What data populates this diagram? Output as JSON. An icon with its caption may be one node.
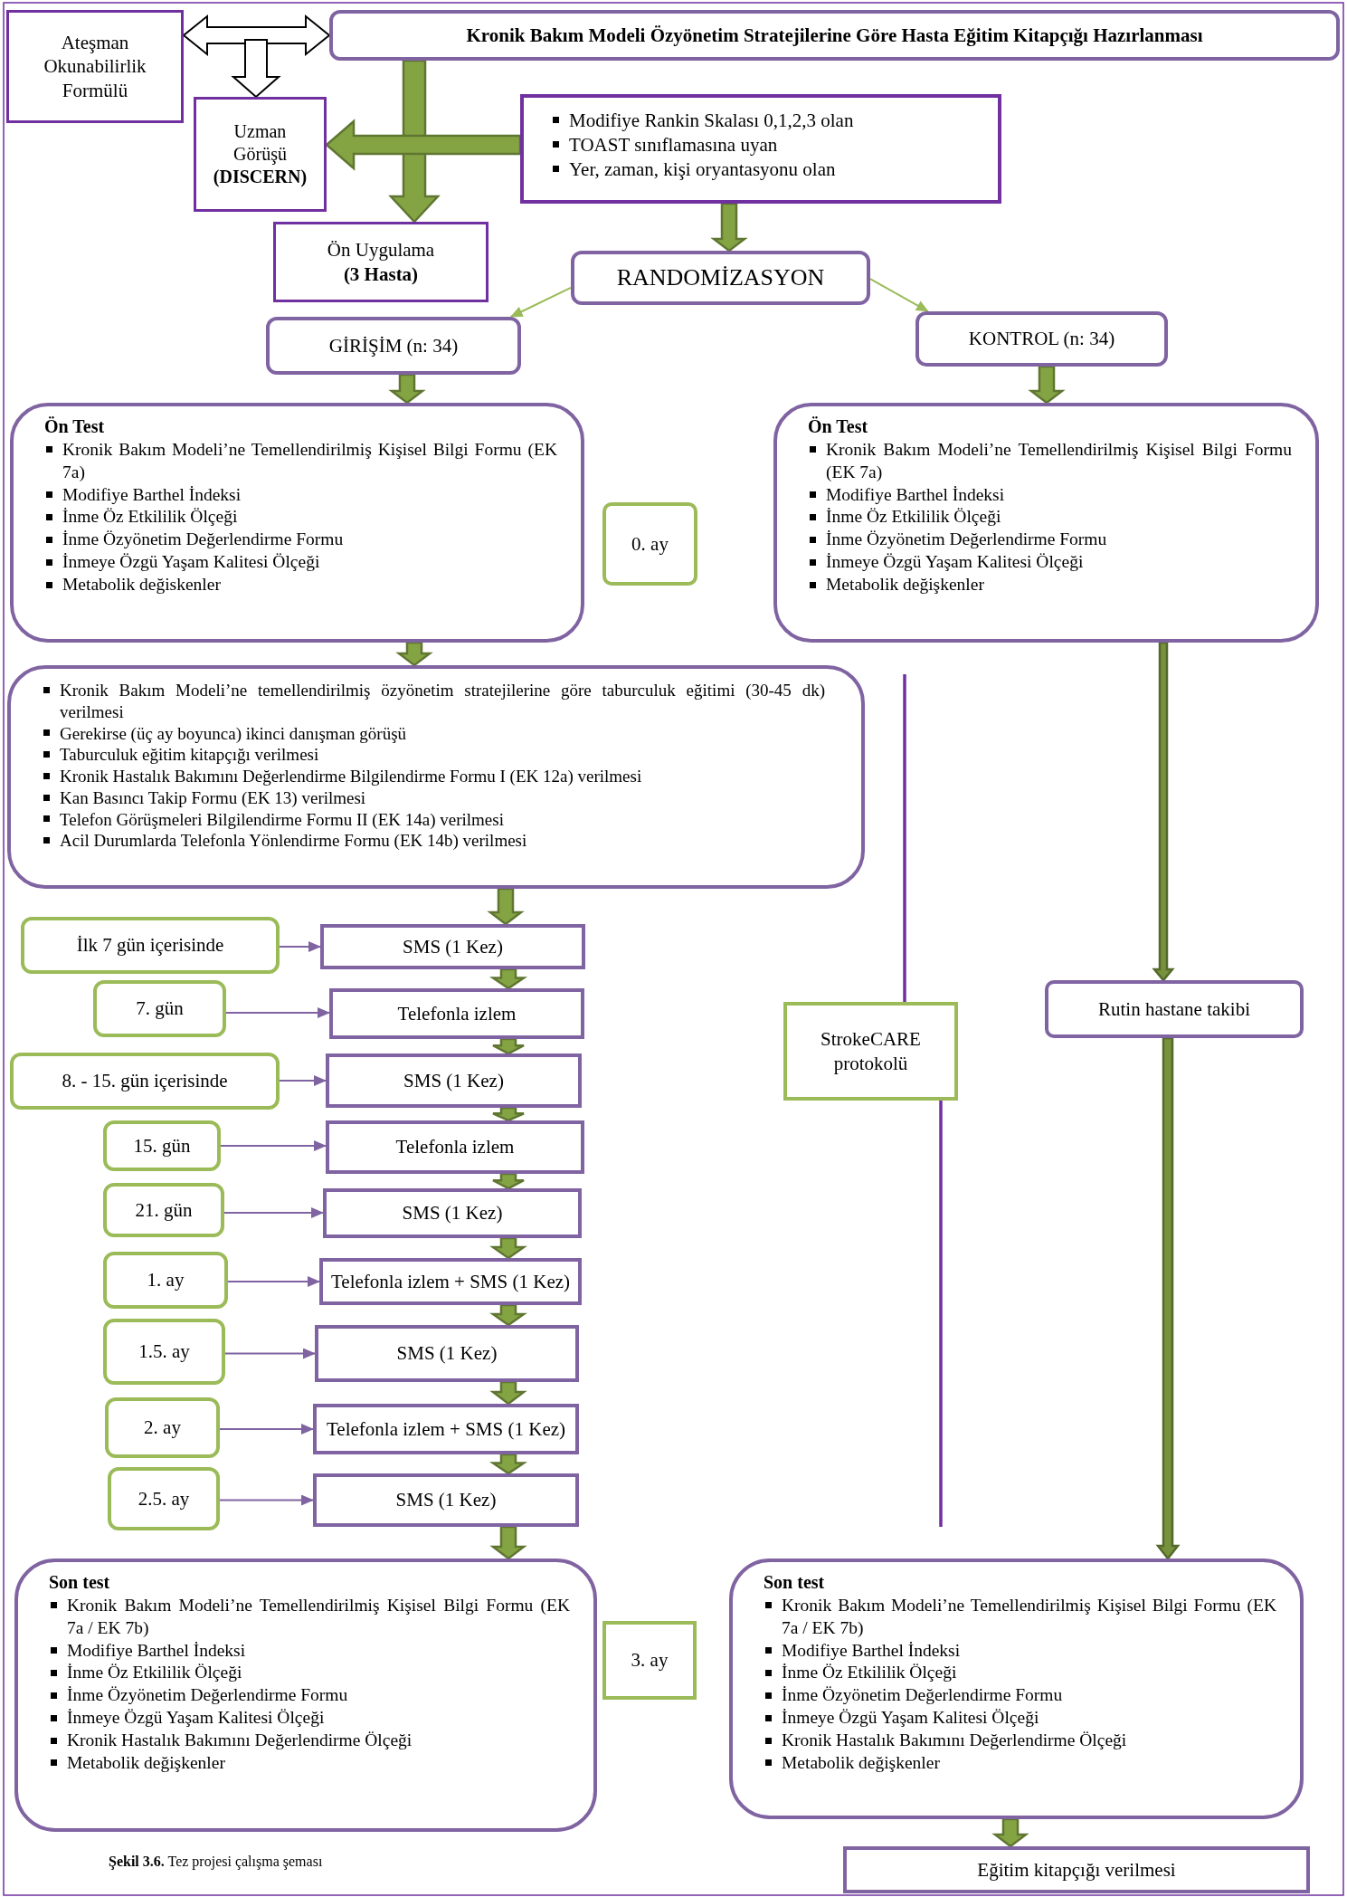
{
  "diagram": {
    "caption": "**Şekil 3.6.** Tez projesi çalışma şeması",
    "nodes": [
      {
        "text": [
          "Ateşman Okunabilirlik Formülü"
        ]
      },
      {
        "text": [
          "Kronik Bakım Modeli Özyönetim Stratejilerine Göre Hasta Eğitim Kitapçığı Hazırlanması"
        ]
      },
      {
        "text": [
          "Uzman Görüşü **(DISCERN)**"
        ]
      },
      {
        "text": [
          "Modifiye Rankin Skalası 0,1,2,3 olan",
          "TOAST sınıflamasına uyan",
          "Yer, zaman, kişi oryantasyonu olan"
        ]
      },
      {
        "text": [
          "Ön Uygulama **(3 Hasta)**"
        ]
      },
      {
        "text": [
          "RANDOMİZASYON"
        ]
      },
      {
        "text": [
          "GİRİŞİM (n: 34)"
        ]
      },
      {
        "text": [
          "KONTROL (n: 34)"
        ]
      },
      {
        "text": [
          "Ön Test",
          "Kronik Bakım Modeli’ne Temellendirilmiş Kişisel Bilgi Formu (EK 7a)",
          "Modifiye Barthel İndeksi",
          "İnme Öz Etkililik Ölçeği",
          "İnme Özyönetim Değerlendirme Formu",
          "İnmeye Özgü Yaşam Kalitesi Ölçeği",
          "Metabolik değiskenler"
        ]
      },
      {
        "text": [
          "0. ay"
        ]
      },
      {
        "text": [
          "Ön Test",
          "Kronik Bakım Modeli’ne Temellendirilmiş Kişisel Bilgi Formu (EK 7a)",
          "Modifiye Barthel İndeksi",
          "İnme Öz Etkililik Ölçeği",
          "İnme Özyönetim Değerlendirme Formu",
          "İnmeye Özgü Yaşam Kalitesi Ölçeği",
          "Metabolik değişkenler"
        ]
      },
      {
        "text": [
          "Kronik Bakım Modeli’ne temellendirilmiş özyönetim stratejilerine göre taburculuk eğitimi (30-45 dk) verilmesi",
          "Gerekirse (üç ay boyunca) ikinci danışman görüşü",
          "Taburculuk eğitim kitapçığı verilmesi",
          "Kronik Hastalık Bakımını Değerlendirme Bilgilendirme Formu I (EK 12a) verilmesi",
          "Kan Basıncı Takip Formu (EK 13) verilmesi",
          "Telefon Görüşmeleri Bilgilendirme Formu II (EK 14a) verilmesi",
          "Acil Durumlarda Telefonla Yönlendirme Formu (EK 14b) verilmesi"
        ]
      },
      {
        "text": [
          "İlk 7 gün içerisinde"
        ]
      },
      {
        "text": [
          "SMS (1 Kez)"
        ]
      },
      {
        "text": [
          "7. gün"
        ]
      },
      {
        "text": [
          "Telefonla izlem"
        ]
      },
      {
        "text": [
          "8. - 15. gün içerisinde"
        ]
      },
      {
        "text": [
          "SMS (1 Kez)"
        ]
      },
      {
        "text": [
          "15. gün"
        ]
      },
      {
        "text": [
          "Telefonla izlem"
        ]
      },
      {
        "text": [
          "21. gün"
        ]
      },
      {
        "text": [
          "SMS (1 Kez)"
        ]
      },
      {
        "text": [
          "1. ay"
        ]
      },
      {
        "text": [
          "Telefonla izlem + SMS  (1 Kez)"
        ]
      },
      {
        "text": [
          "1.5. ay"
        ]
      },
      {
        "text": [
          "SMS (1 Kez)"
        ]
      },
      {
        "text": [
          "2. ay"
        ]
      },
      {
        "text": [
          "Telefonla izlem + SMS (1 Kez)"
        ]
      },
      {
        "text": [
          "2.5.  ay"
        ]
      },
      {
        "text": [
          "SMS (1 Kez)"
        ]
      },
      {
        "text": [
          "StrokeCARE protokolü"
        ]
      },
      {
        "text": [
          "Rutin hastane takibi"
        ]
      },
      {
        "text": [
          "Son test",
          "Kronik Bakım Modeli’ne Temellendirilmiş Kişisel Bilgi Formu (EK 7a / EK 7b)",
          "Modifiye Barthel İndeksi",
          "İnme Öz Etkililik Ölçeği",
          "İnme Özyönetim Değerlendirme Formu",
          "İnmeye Özgü Yaşam Kalitesi Ölçeği",
          "Kronik Hastalık Bakımını Değerlendirme Ölçeği",
          "Metabolik değişkenler"
        ]
      },
      {
        "text": [
          "3. ay"
        ]
      },
      {
        "text": [
          "Son test",
          "Kronik Bakım Modeli’ne Temellendirilmiş Kişisel Bilgi Formu (EK 7a / EK 7b)",
          "Modifiye Barthel İndeksi",
          "İnme Öz Etkililik Ölçeği",
          "İnme Özyönetim Değerlendirme Formu",
          "İnmeye Özgü Yaşam Kalitesi Ölçeği",
          "Kronik Hastalık Bakımını Değerlendirme Ölçeği",
          "Metabolik değişkenler"
        ]
      },
      {
        "text": [
          "Eğitim kitapçığı verilmesi"
        ]
      }
    ],
    "edges": [
      {
        "from": 0,
        "to": 1,
        "arrow": "both",
        "style": "thick",
        "color": "#000000"
      },
      {
        "from": null,
        "to": 2,
        "arrow": "to",
        "style": "thick",
        "color": "#000000"
      },
      {
        "from": 1,
        "to": 4,
        "arrow": "to",
        "style": "thick",
        "color": "#84a444"
      },
      {
        "from": 3,
        "to": 2,
        "arrow": "to",
        "style": "thick",
        "color": "#84a444"
      },
      {
        "from": 3,
        "to": 5,
        "arrow": "to",
        "style": "thick",
        "color": "#84a444"
      },
      {
        "from": 5,
        "to": 6,
        "arrow": "to",
        "color": "#9bbb59"
      },
      {
        "from": 5,
        "to": 7,
        "arrow": "to",
        "color": "#9bbb59"
      },
      {
        "from": 6,
        "to": 8,
        "arrow": "to",
        "style": "thick",
        "color": "#84a444"
      },
      {
        "from": 7,
        "to": 10,
        "arrow": "to",
        "style": "thick",
        "color": "#84a444"
      },
      {
        "from": 8,
        "to": 11,
        "arrow": "to",
        "style": "thick",
        "color": "#84a444"
      },
      {
        "from": 11,
        "to": 13,
        "arrow": "to",
        "style": "thick",
        "color": "#84a444"
      },
      {
        "from": 13,
        "to": 15,
        "arrow": "to",
        "style": "thick",
        "color": "#84a444"
      },
      {
        "from": 15,
        "to": 17,
        "arrow": "to",
        "style": "thick",
        "color": "#84a444"
      },
      {
        "from": 17,
        "to": 19,
        "arrow": "to",
        "style": "thick",
        "color": "#84a444"
      },
      {
        "from": 19,
        "to": 21,
        "arrow": "to",
        "style": "thick",
        "color": "#84a444"
      },
      {
        "from": 21,
        "to": 23,
        "arrow": "to",
        "style": "thick",
        "color": "#84a444"
      },
      {
        "from": 23,
        "to": 25,
        "arrow": "to",
        "style": "thick",
        "color": "#84a444"
      },
      {
        "from": 25,
        "to": 27,
        "arrow": "to",
        "style": "thick",
        "color": "#84a444"
      },
      {
        "from": 27,
        "to": 29,
        "arrow": "to",
        "style": "thick",
        "color": "#84a444"
      },
      {
        "from": 12,
        "to": 13,
        "arrow": "to",
        "color": "#8064a2"
      },
      {
        "from": 14,
        "to": 15,
        "arrow": "to",
        "color": "#8064a2"
      },
      {
        "from": 16,
        "to": 17,
        "arrow": "to",
        "color": "#8064a2"
      },
      {
        "from": 18,
        "to": 19,
        "arrow": "to",
        "color": "#8064a2"
      },
      {
        "from": 20,
        "to": 21,
        "arrow": "to",
        "color": "#8064a2"
      },
      {
        "from": 22,
        "to": 23,
        "arrow": "to",
        "color": "#8064a2"
      },
      {
        "from": 24,
        "to": 25,
        "arrow": "to",
        "color": "#8064a2"
      },
      {
        "from": 26,
        "to": 27,
        "arrow": "to",
        "color": "#8064a2"
      },
      {
        "from": 28,
        "to": 29,
        "arrow": "to",
        "color": "#8064a2"
      },
      {
        "from": 29,
        "to": 32,
        "arrow": "to",
        "style": "thick",
        "color": "#84a444"
      },
      {
        "from": 10,
        "to": 31,
        "arrow": "to",
        "style": "thick",
        "color": "#76923c"
      },
      {
        "from": 31,
        "to": 34,
        "arrow": "to",
        "style": "thick",
        "color": "#76923c"
      },
      {
        "from": 34,
        "to": 35,
        "arrow": "to",
        "style": "thick",
        "color": "#84a444"
      },
      {
        "from": null,
        "to": 30,
        "arrow": "none",
        "color": "#7030a0"
      },
      {
        "from": 30,
        "to": null,
        "arrow": "none",
        "color": "#7030a0"
      }
    ]
  }
}
